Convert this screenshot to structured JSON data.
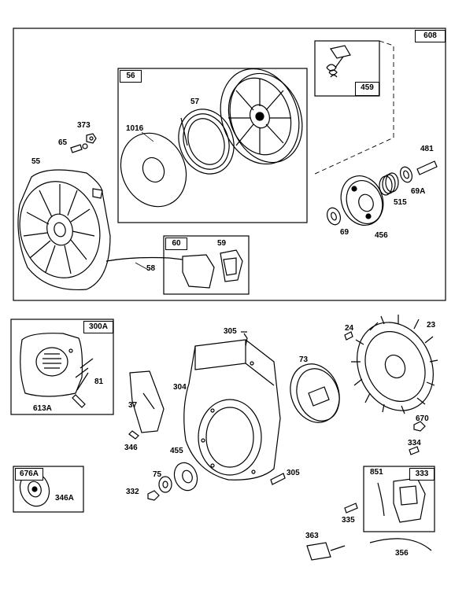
{
  "groups": {
    "g608": "608",
    "g56": "56",
    "g459": "459",
    "g60": "60",
    "g300A": "300A",
    "g676A": "676A",
    "g333": "333"
  },
  "parts": {
    "p373": "373",
    "p65": "65",
    "p55": "55",
    "p58": "58",
    "p1016": "1016",
    "p57": "57",
    "p59": "59",
    "p481": "481",
    "p69A": "69A",
    "p515": "515",
    "p69": "69",
    "p456": "456",
    "p305a": "305",
    "p24": "24",
    "p23": "23",
    "p73": "73",
    "p304": "304",
    "p81": "81",
    "p613A": "613A",
    "p37": "37",
    "p346": "346",
    "p455": "455",
    "p75": "75",
    "p332": "332",
    "p305b": "305",
    "p670": "670",
    "p334": "334",
    "p851": "851",
    "p335": "335",
    "p346A": "346A",
    "p363": "363",
    "p356": "356"
  }
}
